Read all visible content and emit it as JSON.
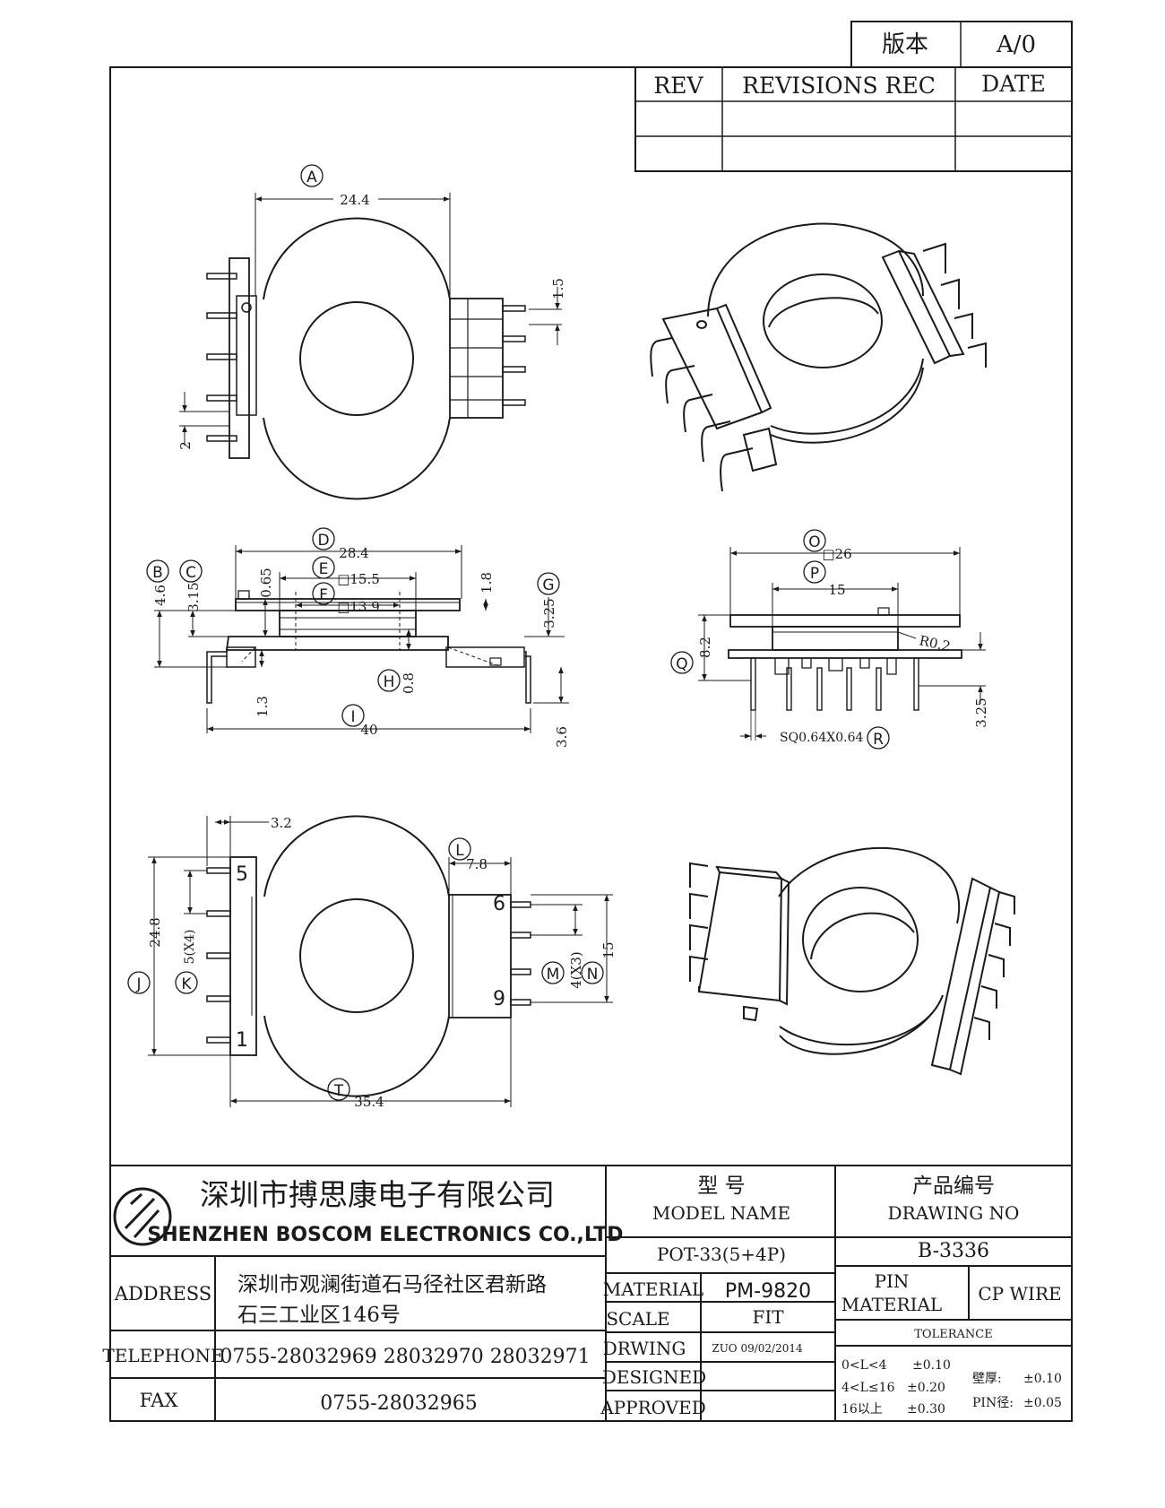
{
  "version_box": {
    "label": "版本",
    "value": "A/0"
  },
  "revisions": {
    "col_rev": "REV",
    "col_rec": "REVISIONS REC",
    "col_date": "DATE"
  },
  "dims_top_view": {
    "width": "24.4",
    "pitch_right": "1.5",
    "pitch_left": "2",
    "callout": "A"
  },
  "dims_side_view": {
    "d": "28.4",
    "e": "□15.5",
    "f": "□13.9",
    "b": "4.6",
    "c": "3.15",
    "g": "3.25",
    "h": "0.8",
    "c2": "0.65",
    "c3": "1.8",
    "c4": "1.3",
    "i": "40",
    "pin_len": "3.6",
    "callouts": [
      "B",
      "C",
      "D",
      "E",
      "F",
      "G",
      "H",
      "I"
    ]
  },
  "dims_front_view": {
    "o": "□26",
    "p": "15",
    "q": "8.2",
    "radius": "R0.2",
    "pin_h": "3.25",
    "pin_size": "SQ0.64X0.64",
    "callouts": [
      "O",
      "P",
      "Q",
      "R"
    ]
  },
  "dims_bottom_view": {
    "flange": "3.2",
    "l": "7.8",
    "j": "24.8",
    "k": "5(X4)",
    "m": "4(X3)",
    "n": "15",
    "t": "35.4",
    "pin_labels": [
      "5",
      "1",
      "6",
      "9"
    ],
    "callouts": [
      "J",
      "K",
      "L",
      "M",
      "N",
      "T"
    ]
  },
  "company": {
    "name_cn": "深圳市搏思康电子有限公司",
    "name_en": "SHENZHEN BOSCOM ELECTRONICS CO.,LTD"
  },
  "model": {
    "label_cn": "型 号",
    "label_en": "MODEL NAME",
    "value": "POT-33(5+4P)"
  },
  "drawing_no": {
    "label_cn": "产品编号",
    "label_en": "DRAWING NO",
    "value": "B-3336"
  },
  "address": {
    "label": "ADDRESS",
    "line1": "深圳市观澜街道石马径社区君新路",
    "line2": "石三工业区146号"
  },
  "telephone": {
    "label": "TELEPHONE",
    "value": "0755-28032969 28032970 28032971"
  },
  "fax": {
    "label": "FAX",
    "value": "0755-28032965"
  },
  "material": {
    "label": "MATERIAL",
    "value": "PM-9820"
  },
  "scale": {
    "label": "SCALE",
    "value": "FIT"
  },
  "drawing": {
    "label": "DRWING",
    "value": "ZUO 09/02/2014"
  },
  "designed": {
    "label": "DESIGNED"
  },
  "approved": {
    "label": "APPROVED"
  },
  "pin_material": {
    "label_1": "PIN",
    "label_2": "MATERIAL",
    "value": "CP WIRE"
  },
  "tolerance": {
    "label": "TOLERANCE",
    "rows": [
      {
        "range": "0<L<4",
        "value": "±0.10"
      },
      {
        "range": "4<L≤16",
        "value": "±0.20"
      },
      {
        "range": "16以上",
        "value": "±0.30"
      }
    ],
    "wall": {
      "label": "壁厚:",
      "value": "±0.10"
    },
    "pin_dia": {
      "label": "PIN径:",
      "value": "±0.05"
    }
  }
}
